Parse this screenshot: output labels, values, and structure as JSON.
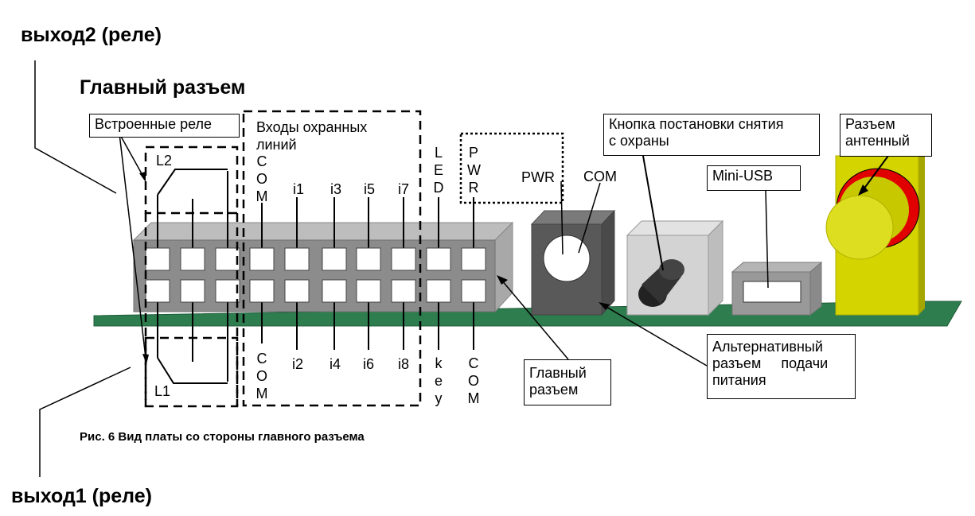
{
  "labels": {
    "output2": "выход2 (реле)",
    "output1": "выход1 (реле)",
    "main_connector_title": "Главный разъем",
    "builtin_relays": "Встроенные реле",
    "inputs_line1": "Входы        охранных",
    "inputs_line2": "линий",
    "relay_l2": "L2",
    "relay_l1": "L1",
    "pwr_label": "PWR",
    "com_label": "COM",
    "button_line1": "Кнопка постановки снятия",
    "button_line2": "с охраны",
    "mini_usb": "Mini-USB",
    "antenna_line1": "Разъем",
    "antenna_line2": "антенный",
    "main_connector_box_line1": "Главный",
    "main_connector_box_line2": "разъем",
    "alt_power_line1": "Альтернативный",
    "alt_power_line2": "разъем     подачи",
    "alt_power_line3": "питания",
    "caption": "Рис. 6 Вид платы со стороны главного разъема"
  },
  "pins_top": {
    "com": "COM",
    "i1": "i1",
    "i3": "i3",
    "i5": "i5",
    "i7": "i7",
    "led": "LED",
    "pwr": "PWR"
  },
  "pins_bottom": {
    "com": "COM",
    "i2": "i2",
    "i4": "i4",
    "i6": "i6",
    "i8": "i8",
    "key": "key",
    "com2": "COM"
  },
  "colors": {
    "board": "#2e7d4f",
    "connector": "#8c8c8c",
    "connector_top": "#bdbdbd",
    "connector_side": "#a8a8a8",
    "pwr_jack": "#595959",
    "button_body": "#d3d3d3",
    "usb_body": "#999999",
    "antenna_yellow": "#d4d400",
    "antenna_red": "#e00000"
  }
}
